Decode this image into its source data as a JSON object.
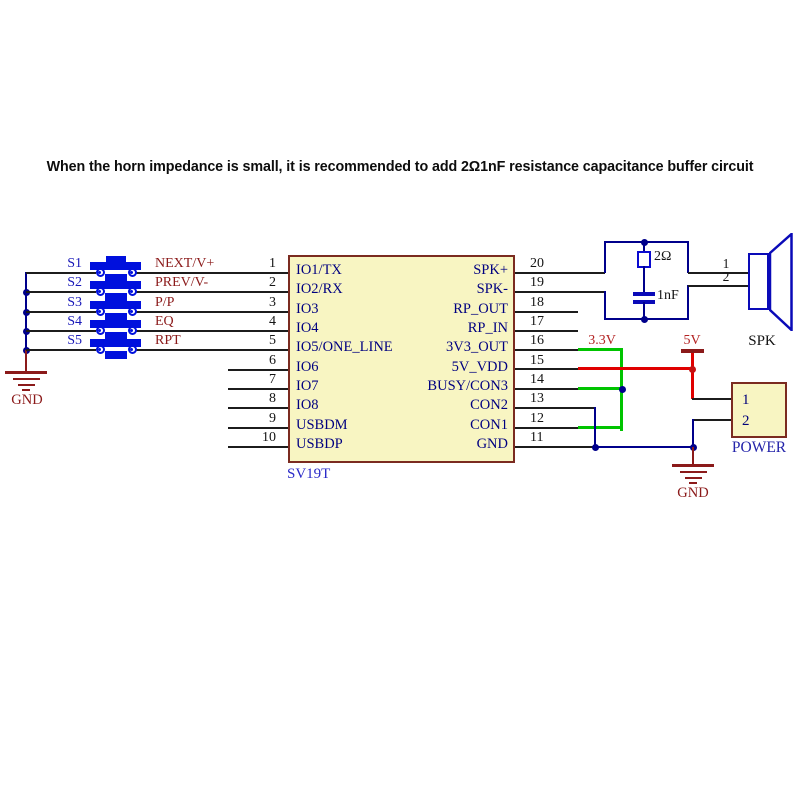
{
  "title": "When the horn impedance is small, it is recommended to add 2Ω1nF resistance capacitance buffer circuit",
  "ic": {
    "designator": "SV19T",
    "left_pins": [
      {
        "num": "1",
        "name": "IO1/TX"
      },
      {
        "num": "2",
        "name": "IO2/RX"
      },
      {
        "num": "3",
        "name": "IO3"
      },
      {
        "num": "4",
        "name": "IO4"
      },
      {
        "num": "5",
        "name": "IO5/ONE_LINE"
      },
      {
        "num": "6",
        "name": "IO6"
      },
      {
        "num": "7",
        "name": "IO7"
      },
      {
        "num": "8",
        "name": "IO8"
      },
      {
        "num": "9",
        "name": "USBDM"
      },
      {
        "num": "10",
        "name": "USBDP"
      }
    ],
    "right_pins": [
      {
        "num": "20",
        "name": "SPK+"
      },
      {
        "num": "19",
        "name": "SPK-"
      },
      {
        "num": "18",
        "name": "RP_OUT"
      },
      {
        "num": "17",
        "name": "RP_IN"
      },
      {
        "num": "16",
        "name": "3V3_OUT"
      },
      {
        "num": "15",
        "name": "5V_VDD"
      },
      {
        "num": "14",
        "name": "BUSY/CON3"
      },
      {
        "num": "13",
        "name": "CON2"
      },
      {
        "num": "12",
        "name": "CON1"
      },
      {
        "num": "11",
        "name": "GND"
      }
    ]
  },
  "buttons": [
    {
      "ref": "S1",
      "net": "NEXT/V+"
    },
    {
      "ref": "S2",
      "net": "PREV/V-"
    },
    {
      "ref": "S3",
      "net": "P/P"
    },
    {
      "ref": "S4",
      "net": "EQ"
    },
    {
      "ref": "S5",
      "net": "RPT"
    }
  ],
  "gnd_left": "GND",
  "gnd_right": "GND",
  "buffer_circuit": {
    "resistor": "2Ω",
    "capacitor": "1nF"
  },
  "speaker": {
    "label": "SPK",
    "pin1": "1",
    "pin2": "2"
  },
  "rails": {
    "v33": "3.3V",
    "v5": "5V"
  },
  "power": {
    "label": "POWER",
    "pin1": "1",
    "pin2": "2"
  },
  "colors": {
    "wire_black": "#1c1c1c",
    "wire_navy": "#00008b",
    "wire_red": "#e00000",
    "wire_green": "#00c400",
    "component_blue": "#0010dd",
    "ic_fill": "#f8f5c2",
    "ic_border": "#7b2b20",
    "net_label_red": "#8b1a1a",
    "designator_blue": "#2a2ac8"
  }
}
